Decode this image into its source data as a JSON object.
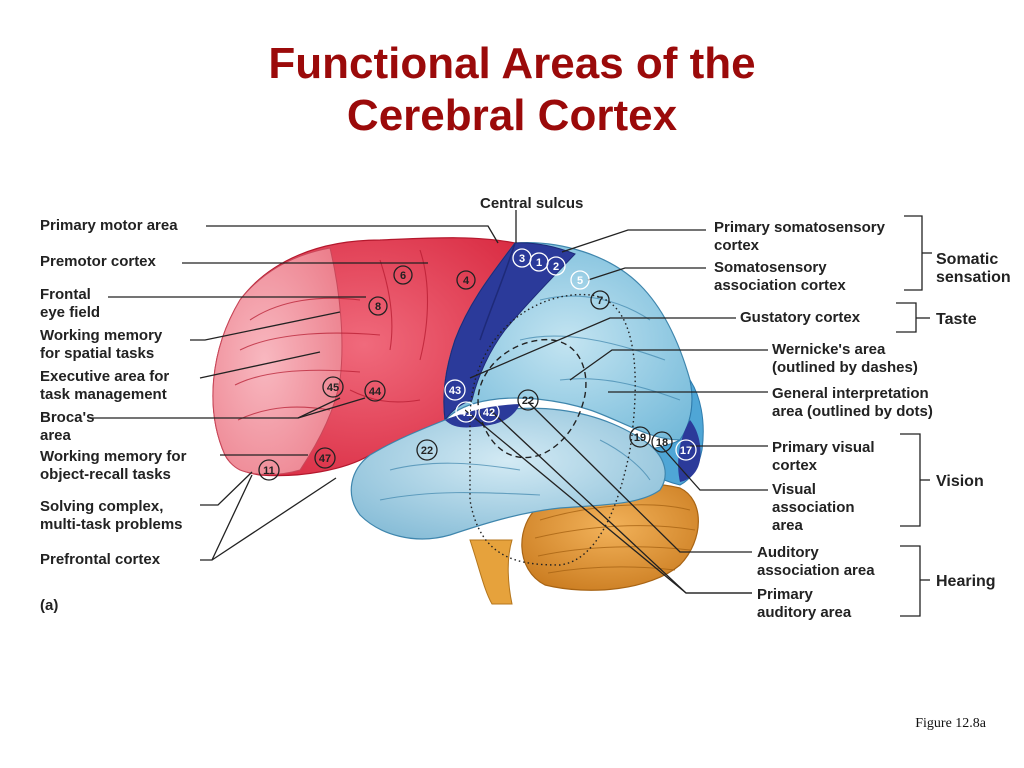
{
  "title": {
    "line1": "Functional Areas of the",
    "line2": "Cerebral Cortex"
  },
  "labels": {
    "central_sulcus": "Central sulcus",
    "primary_motor_area": "Primary motor area",
    "premotor_cortex": "Premotor cortex",
    "frontal_eye_field_1": "Frontal",
    "frontal_eye_field_2": "eye field",
    "working_memory_spatial_1": "Working memory",
    "working_memory_spatial_2": "for spatial tasks",
    "executive_area_1": "Executive area for",
    "executive_area_2": "task management",
    "brocas_area_1": "Broca's",
    "brocas_area_2": "area",
    "working_memory_object_1": "Working memory for",
    "working_memory_object_2": "object-recall tasks",
    "solving_complex_1": "Solving complex,",
    "solving_complex_2": "multi-task problems",
    "prefrontal_cortex": "Prefrontal cortex",
    "panel_letter": "(a)",
    "primary_somatosensory_1": "Primary somatosensory",
    "primary_somatosensory_2": "cortex",
    "somatosensory_assoc_1": "Somatosensory",
    "somatosensory_assoc_2": "association cortex",
    "gustatory_cortex": "Gustatory cortex",
    "wernickes_1": "Wernicke's area",
    "wernickes_2": "(outlined by dashes)",
    "general_interp_1": "General interpretation",
    "general_interp_2": "area (outlined by dots)",
    "primary_visual_1": "Primary visual",
    "primary_visual_2": "cortex",
    "visual_assoc_1": "Visual",
    "visual_assoc_2": "association",
    "visual_assoc_3": "area",
    "auditory_assoc_1": "Auditory",
    "auditory_assoc_2": "association area",
    "primary_auditory_1": "Primary",
    "primary_auditory_2": "auditory area"
  },
  "groups": {
    "somatic_1": "Somatic",
    "somatic_2": "sensation",
    "taste": "Taste",
    "vision": "Vision",
    "hearing": "Hearing"
  },
  "areas": {
    "a3": "3",
    "a1": "1",
    "a2": "2",
    "a5": "5",
    "a7": "7",
    "a6": "6",
    "a4": "4",
    "a8": "8",
    "a45": "45",
    "a44": "44",
    "a43": "43",
    "a41": "41",
    "a42": "42",
    "a22a": "22",
    "a22b": "22",
    "a47": "47",
    "a11": "11",
    "a19": "19",
    "a18": "18",
    "a17": "17"
  },
  "caption": "Figure 12.8a",
  "colors": {
    "title": "#9b0a0a",
    "frontal": "#e84a5f",
    "prefrontal": "#f4a0a8",
    "motor": "#e2283f",
    "somatosensory": "#2b3a9a",
    "parietal": "#8ccbe3",
    "temporal": "#9fcfe6",
    "occipital": "#5ab3dc",
    "cerebellum": "#e0952f",
    "brainstem": "#e8a23a"
  }
}
